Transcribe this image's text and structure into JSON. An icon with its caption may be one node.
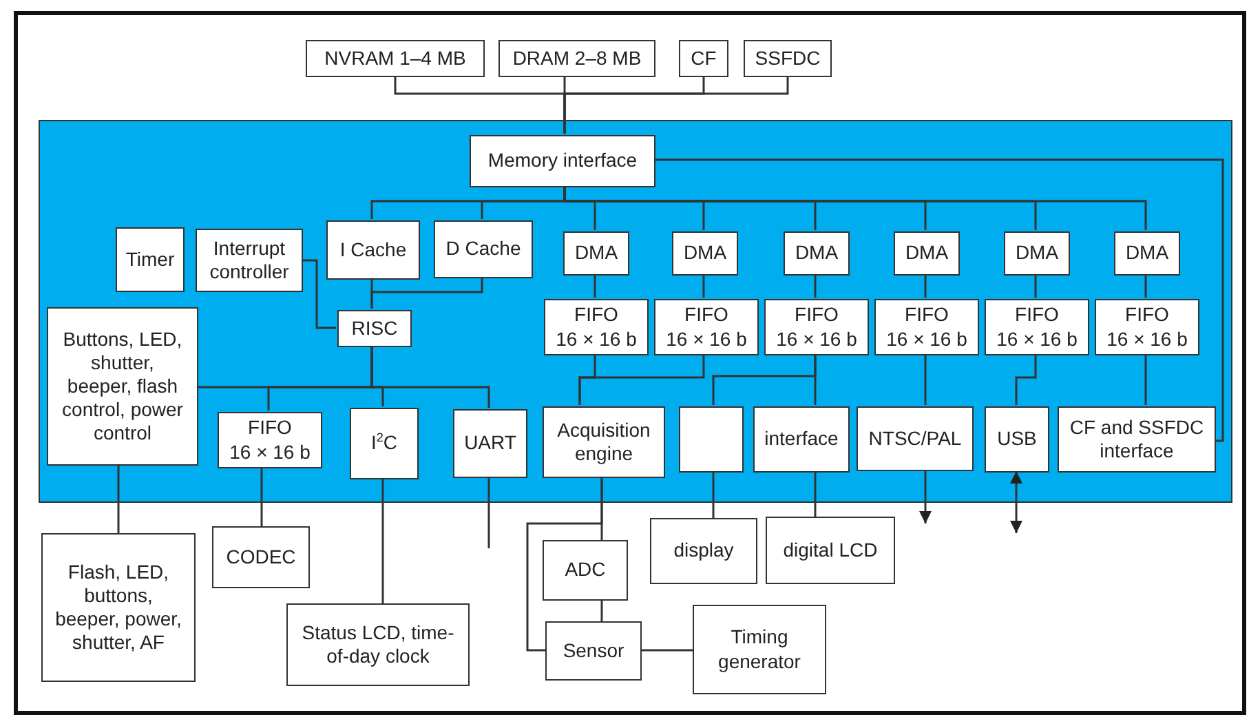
{
  "diagram": {
    "nodes": [
      {
        "text": [
          "NVRAM 1–4 MB"
        ]
      },
      {
        "text": [
          "DRAM 2–8 MB"
        ]
      },
      {
        "text": [
          "CF"
        ]
      },
      {
        "text": [
          "SSFDC"
        ]
      },
      {
        "text": [],
        "shape": "box"
      },
      {
        "text": [
          "Memory interface"
        ],
        "in": 4
      },
      {
        "text": [
          "Timer"
        ],
        "in": 4
      },
      {
        "text": [
          "Interrupt controller"
        ],
        "in": 4
      },
      {
        "text": [
          "I Cache"
        ],
        "in": 4
      },
      {
        "text": [
          "D Cache"
        ],
        "in": 4
      },
      {
        "text": [
          "RISC"
        ],
        "in": 4
      },
      {
        "text": [
          "Buttons, LED, shutter, beeper, flash control, power control"
        ],
        "in": 4
      },
      {
        "text": [
          "FIFO",
          "16 × 16 b"
        ],
        "in": 4
      },
      {
        "text": [
          "I$^{2}$C"
        ],
        "in": 4
      },
      {
        "text": [
          "UART"
        ],
        "in": 4
      },
      {
        "text": [
          "DMA"
        ],
        "in": 4
      },
      {
        "text": [
          "DMA"
        ],
        "in": 4
      },
      {
        "text": [
          "DMA"
        ],
        "in": 4
      },
      {
        "text": [
          "DMA"
        ],
        "in": 4
      },
      {
        "text": [
          "DMA"
        ],
        "in": 4
      },
      {
        "text": [
          "DMA"
        ],
        "in": 4
      },
      {
        "text": [
          "FIFO",
          "16 × 16 b"
        ],
        "in": 4
      },
      {
        "text": [
          "FIFO",
          "16 × 16 b"
        ],
        "in": 4
      },
      {
        "text": [
          "FIFO",
          "16 × 16 b"
        ],
        "in": 4
      },
      {
        "text": [
          "FIFO",
          "16 × 16 b"
        ],
        "in": 4
      },
      {
        "text": [
          "FIFO",
          "16 × 16 b"
        ],
        "in": 4
      },
      {
        "text": [
          "FIFO",
          "16 × 16 b"
        ],
        "in": 4
      },
      {
        "text": [
          "Acquisition engine"
        ],
        "in": 4
      },
      {
        "text": [],
        "shape": "box",
        "in": 4
      },
      {
        "text": [
          "interface"
        ],
        "in": 4
      },
      {
        "text": [
          "NTSC/PAL"
        ],
        "in": 4
      },
      {
        "text": [
          "USB"
        ],
        "in": 4
      },
      {
        "text": [
          "CF and SSFDC interface"
        ],
        "in": 4
      },
      {
        "text": [
          "Flash, LED, buttons, beeper, power, shutter, AF"
        ]
      },
      {
        "text": [
          "CODEC"
        ]
      },
      {
        "text": [
          "Status LCD, time-of-day clock"
        ]
      },
      {
        "text": [
          "ADC"
        ]
      },
      {
        "text": [
          "Sensor"
        ]
      },
      {
        "text": [
          "Timing generator"
        ]
      },
      {
        "text": [
          "display"
        ]
      },
      {
        "text": [
          "digital LCD"
        ]
      }
    ],
    "edges": [
      {
        "from": 0,
        "to": 5,
        "arrow": "none"
      },
      {
        "from": 1,
        "to": 5,
        "arrow": "none"
      },
      {
        "from": 2,
        "to": 5,
        "arrow": "none"
      },
      {
        "from": 3,
        "to": 5,
        "arrow": "none"
      },
      {
        "from": 5,
        "to": 8,
        "arrow": "none"
      },
      {
        "from": 5,
        "to": 9,
        "arrow": "none"
      },
      {
        "from": 5,
        "to": 15,
        "arrow": "none"
      },
      {
        "from": 5,
        "to": 16,
        "arrow": "none"
      },
      {
        "from": 5,
        "to": 17,
        "arrow": "none"
      },
      {
        "from": 5,
        "to": 18,
        "arrow": "none"
      },
      {
        "from": 5,
        "to": 19,
        "arrow": "none"
      },
      {
        "from": 5,
        "to": 20,
        "arrow": "none"
      },
      {
        "from": 5,
        "to": 32,
        "arrow": "none"
      },
      {
        "from": 8,
        "to": 10,
        "arrow": "none"
      },
      {
        "from": 9,
        "to": 10,
        "arrow": "none"
      },
      {
        "from": 7,
        "to": 10,
        "arrow": "none"
      },
      {
        "from": 10,
        "to": 11,
        "arrow": "none"
      },
      {
        "from": 10,
        "to": 12,
        "arrow": "none"
      },
      {
        "from": 10,
        "to": 13,
        "arrow": "none"
      },
      {
        "from": 10,
        "to": 14,
        "arrow": "none"
      },
      {
        "from": 15,
        "to": 21,
        "arrow": "none"
      },
      {
        "from": 16,
        "to": 22,
        "arrow": "none"
      },
      {
        "from": 17,
        "to": 23,
        "arrow": "none"
      },
      {
        "from": 18,
        "to": 24,
        "arrow": "none"
      },
      {
        "from": 19,
        "to": 25,
        "arrow": "none"
      },
      {
        "from": 20,
        "to": 26,
        "arrow": "none"
      },
      {
        "from": 21,
        "to": 27,
        "arrow": "none"
      },
      {
        "from": 22,
        "to": 27,
        "arrow": "none"
      },
      {
        "from": 23,
        "to": 28,
        "arrow": "none"
      },
      {
        "from": 23,
        "to": 29,
        "arrow": "none"
      },
      {
        "from": 24,
        "to": 30,
        "arrow": "none"
      },
      {
        "from": 25,
        "to": 31,
        "arrow": "none"
      },
      {
        "from": 26,
        "to": 32,
        "arrow": "none"
      },
      {
        "from": 11,
        "to": 33,
        "arrow": "none"
      },
      {
        "from": 12,
        "to": 34,
        "arrow": "none"
      },
      {
        "from": 13,
        "to": 35,
        "arrow": "none"
      },
      {
        "from": 14,
        "to": null,
        "arrow": "none"
      },
      {
        "from": 27,
        "to": 36,
        "arrow": "none"
      },
      {
        "from": 27,
        "to": 37,
        "arrow": "none"
      },
      {
        "from": 36,
        "to": 37,
        "arrow": "none"
      },
      {
        "from": 37,
        "to": 38,
        "arrow": "none"
      },
      {
        "from": 28,
        "to": 39,
        "arrow": "none"
      },
      {
        "from": 29,
        "to": 40,
        "arrow": "none"
      },
      {
        "from": 30,
        "to": null,
        "arrow": "to"
      },
      {
        "from": 31,
        "to": null,
        "arrow": "both"
      }
    ]
  }
}
